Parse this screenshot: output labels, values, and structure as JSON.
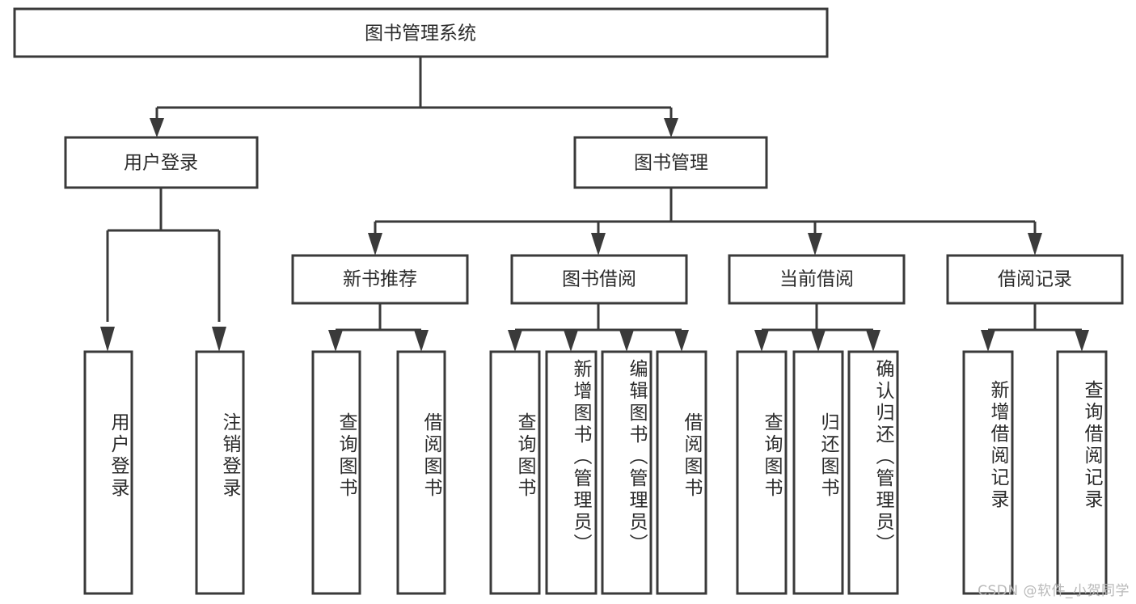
{
  "diagram": {
    "title": "图书管理系统",
    "type": "tree-hierarchy",
    "watermark": "CSDN @软件_小贺同学",
    "colors": {
      "stroke": "#3a3a3a",
      "fill": "#ffffff",
      "text": "#2b2b2b",
      "watermark": "#b9b9b9"
    },
    "root": {
      "label": "图书管理系统"
    },
    "level2": [
      {
        "label": "用户登录"
      },
      {
        "label": "图书管理"
      }
    ],
    "level3": [
      {
        "label": "新书推荐"
      },
      {
        "label": "图书借阅"
      },
      {
        "label": "当前借阅"
      },
      {
        "label": "借阅记录"
      }
    ],
    "leaves": {
      "user_login": [
        {
          "label": "用户登录"
        },
        {
          "label": "注销登录"
        }
      ],
      "new_book": [
        {
          "label": "查询图书"
        },
        {
          "label": "借阅图书"
        }
      ],
      "book_borrow": [
        {
          "label": "查询图书"
        },
        {
          "label": "新增图书（管理员）"
        },
        {
          "label": "编辑图书（管理员）"
        },
        {
          "label": "借阅图书"
        }
      ],
      "current_borrow": [
        {
          "label": "查询图书"
        },
        {
          "label": "归还图书"
        },
        {
          "label": "确认归还（管理员）"
        }
      ],
      "borrow_record": [
        {
          "label": "新增借阅记录"
        },
        {
          "label": "查询借阅记录"
        }
      ]
    }
  }
}
